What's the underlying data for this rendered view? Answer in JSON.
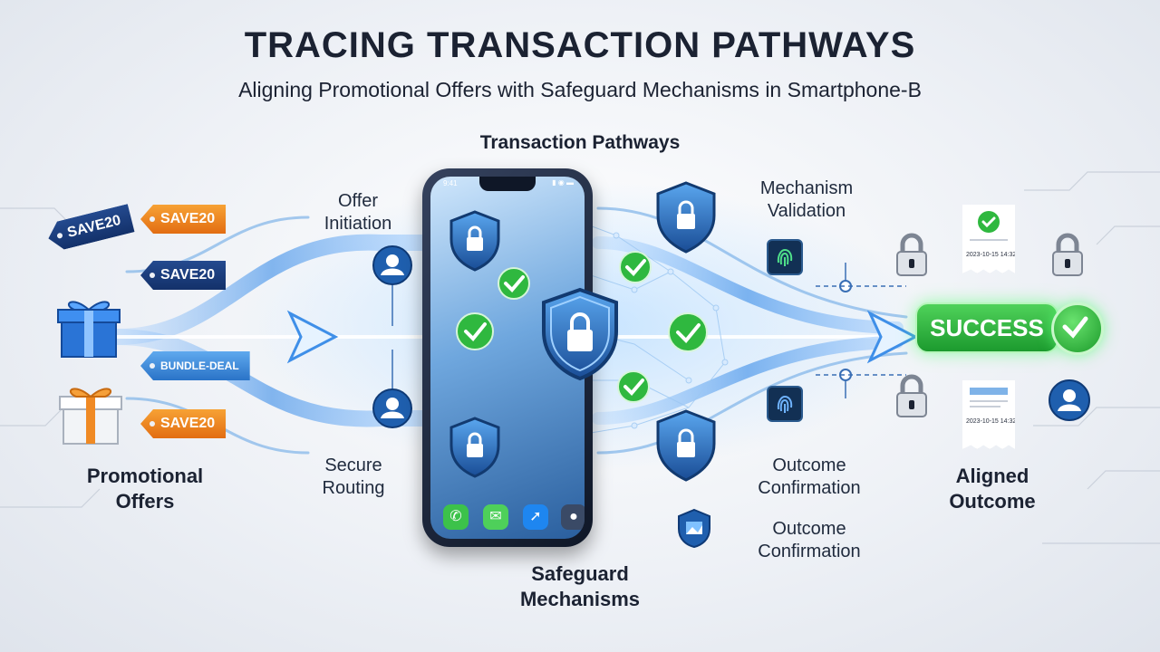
{
  "title": "TRACING TRANSACTION PATHWAYS",
  "subtitle": "Aligning Promotional Offers with Safeguard Mechanisms in Smartphone-B",
  "headings": {
    "transaction_pathways": "Transaction Pathways",
    "safeguard_mechanisms_line1": "Safeguard",
    "safeguard_mechanisms_line2": "Mechanisms"
  },
  "labels": {
    "promotional_offers_line1": "Promotional",
    "promotional_offers_line2": "Offers",
    "offer_initiation_line1": "Offer",
    "offer_initiation_line2": "Initiation",
    "secure_routing_line1": "Secure",
    "secure_routing_line2": "Routing",
    "mechanism_validation_line1": "Mechanism",
    "mechanism_validation_line2": "Validation",
    "outcome_confirmation_1_line1": "Outcome",
    "outcome_confirmation_1_line2": "Confirmation",
    "outcome_confirmation_2_line1": "Outcome",
    "outcome_confirmation_2_line2": "Confirmation",
    "aligned_outcome_line1": "Aligned",
    "aligned_outcome_line2": "Outcome"
  },
  "tags": {
    "tag1": "SAVE20",
    "tag2": "SAVE20",
    "tag3": "SAVE20",
    "tag4": "BUNDLE-DEAL",
    "tag5": "SAVE20"
  },
  "success": "SUCCESS",
  "receipts": {
    "receipt1_date": "2023-10-15 14:32",
    "receipt2_date": "2023-10-15 14:32"
  },
  "colors": {
    "flow_blue": "#3f8fe8",
    "success_green": "#2fb83f",
    "shield_blue": "#1f5fae",
    "tag_orange": "#f08a24",
    "tag_navy": "#1c3f80"
  }
}
